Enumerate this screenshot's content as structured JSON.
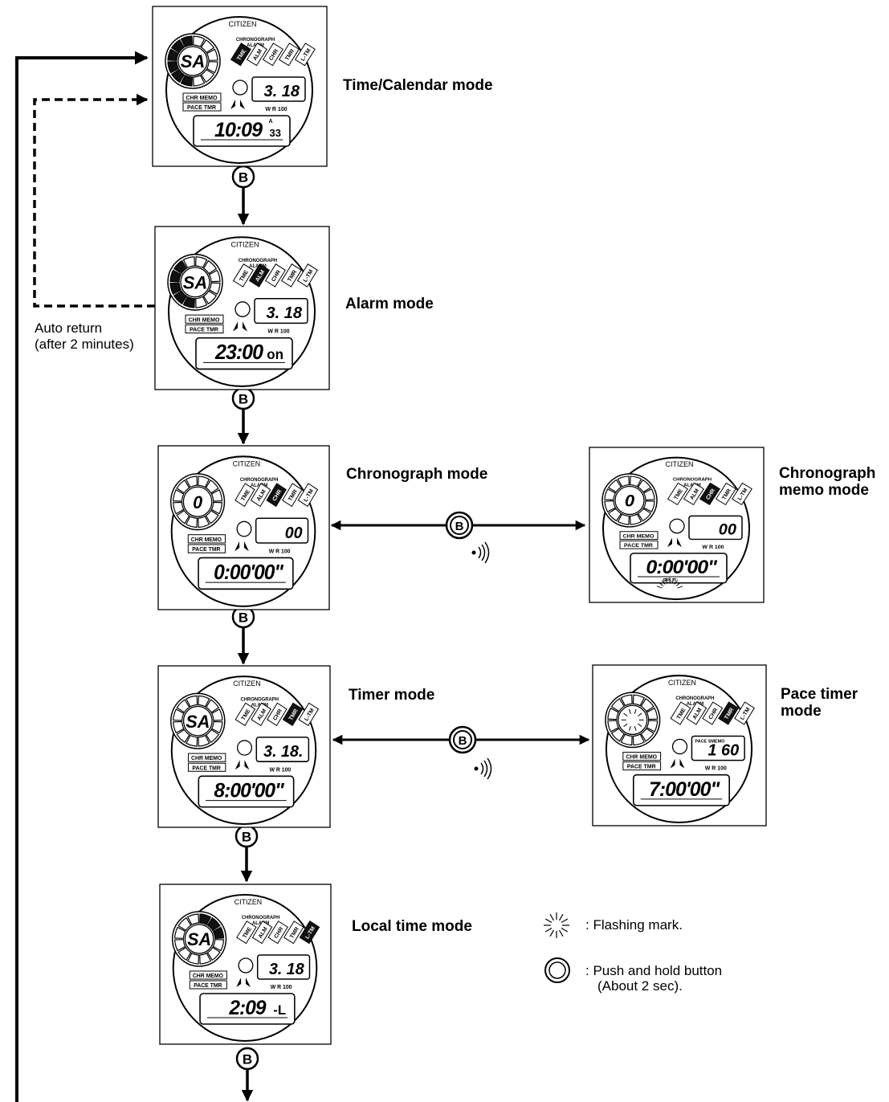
{
  "brand": "CITIZEN",
  "dial_line1": "CHRONOGRAPH",
  "dial_line2": "ALARM",
  "wr": "W R  100",
  "chr_memo": "CHR MEMO",
  "pace_tmr": "PACE TMR",
  "tabs": [
    "TME",
    "ALM",
    "CHR",
    "TMR",
    "L-TM"
  ],
  "button": "B",
  "modes": {
    "time": {
      "label": "Time/Calendar mode",
      "center": "SA",
      "date": "3. 18",
      "display": "10:09",
      "seconds": "33",
      "am": "A"
    },
    "alarm": {
      "label": "Alarm mode",
      "center": "SA",
      "date": "3. 18",
      "display": "23:00",
      "suffix": "on"
    },
    "chrono": {
      "label": "Chronograph mode",
      "center": "0",
      "date": "00",
      "display": "0:00'00\""
    },
    "chrono_memo": {
      "label1": "Chronograph",
      "label2": "memo mode",
      "center": "0",
      "date": "00",
      "display": "0:00'00\"",
      "split": "SPLIT"
    },
    "timer": {
      "label": "Timer mode",
      "center": "SA",
      "date": "3. 18.",
      "display": "8:00'00\""
    },
    "pace": {
      "label1": "Pace timer",
      "label2": "mode",
      "date": "1  60",
      "pace_tag": "PACE SMEMO",
      "display": "7:00'00\""
    },
    "local": {
      "label": "Local time mode",
      "center": "SA",
      "date": "3. 18",
      "display": "2:09",
      "suffix": "-L"
    }
  },
  "auto_return": {
    "line1": "Auto return",
    "line2": "(after 2 minutes)"
  },
  "legend": {
    "flashing": ": Flashing mark.",
    "push_hold_1": ": Push and hold button",
    "push_hold_2": "(About 2 sec)."
  }
}
